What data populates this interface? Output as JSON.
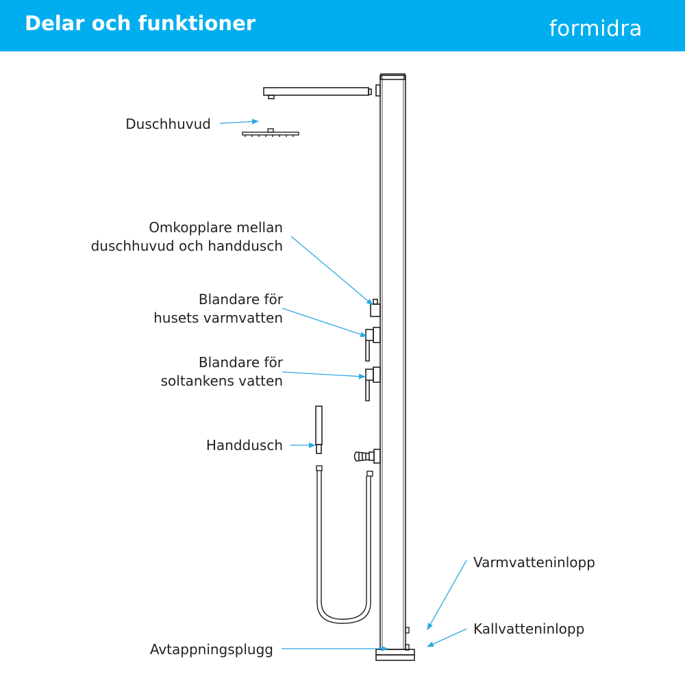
{
  "header": {
    "title": "Delar och funktioner",
    "logo": "formidra",
    "background_color": "#00aeef",
    "text_color": "#ffffff"
  },
  "labels": {
    "duschhuvud": [
      "Duschhuvud"
    ],
    "omkopplare": [
      "Omkopplare mellan",
      "duschhuvud och handdusch"
    ],
    "blandare_hus": [
      "Blandare för",
      "husets varmvatten"
    ],
    "blandare_sol": [
      "Blandare för",
      "soltankens vatten"
    ],
    "handdusch": [
      "Handdusch"
    ],
    "varmvatteninlopp": [
      "Varmvatteninlopp"
    ],
    "kallvatteninlopp": [
      "Kallvatteninlopp"
    ],
    "avtappningsplugg": [
      "Avtappningsplugg"
    ]
  },
  "colors": {
    "arrow": "#29a8e0",
    "line": "#231f20",
    "text": "#231f20"
  }
}
